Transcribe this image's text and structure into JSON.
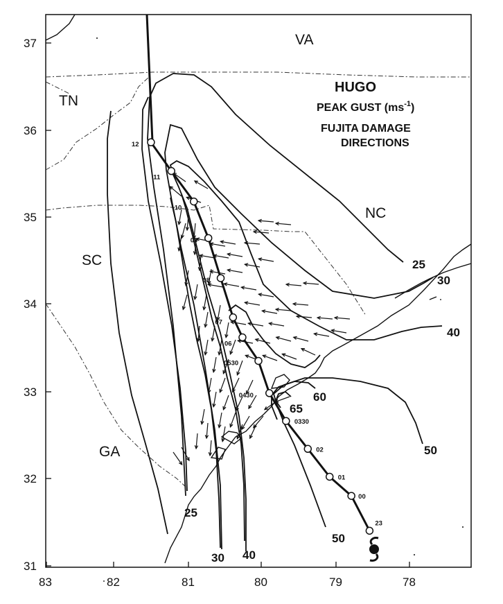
{
  "title": {
    "line1": "HUGO",
    "line2": "PEAK GUST (ms",
    "line2_sup": "-1",
    "line2_end": ")",
    "line3": "FUJITA DAMAGE",
    "line4": "DIRECTIONS"
  },
  "axes": {
    "x_ticks": [
      "83",
      "82",
      "81",
      "80",
      "79",
      "78"
    ],
    "y_ticks": [
      "37",
      "36",
      "35",
      "34",
      "33",
      "32",
      "31"
    ]
  },
  "state_labels": [
    "VA",
    "TN",
    "NC",
    "SC",
    "GA"
  ],
  "contour_labels": [
    "25",
    "30",
    "40",
    "50",
    "60",
    "65",
    "50",
    "40",
    "30",
    "25"
  ],
  "track_times": [
    "23",
    "00",
    "01",
    "02",
    "0330",
    "0430",
    "0530",
    "06",
    "07",
    "08",
    "09",
    "10",
    "11",
    "12"
  ],
  "track_points": [
    {
      "time": "23",
      "lon": 78.55,
      "lat": 31.4
    },
    {
      "time": "00",
      "lon": 78.8,
      "lat": 31.8
    },
    {
      "time": "01",
      "lon": 79.1,
      "lat": 32.02
    },
    {
      "time": "02",
      "lon": 79.4,
      "lat": 32.34
    },
    {
      "time": "0330",
      "lon": 79.7,
      "lat": 32.66
    },
    {
      "time": "0430",
      "lon": 79.93,
      "lat": 32.98
    },
    {
      "time": "0530",
      "lon": 80.08,
      "lat": 33.35
    },
    {
      "time": "06",
      "lon": 80.3,
      "lat": 33.62
    },
    {
      "time": "07",
      "lon": 80.43,
      "lat": 33.85
    },
    {
      "time": "08",
      "lon": 80.6,
      "lat": 34.3
    },
    {
      "time": "09",
      "lon": 80.77,
      "lat": 34.76
    },
    {
      "time": "10",
      "lon": 80.97,
      "lat": 35.18
    },
    {
      "time": "11",
      "lon": 81.28,
      "lat": 35.53
    },
    {
      "time": "12",
      "lon": 81.56,
      "lat": 35.86
    }
  ]
}
